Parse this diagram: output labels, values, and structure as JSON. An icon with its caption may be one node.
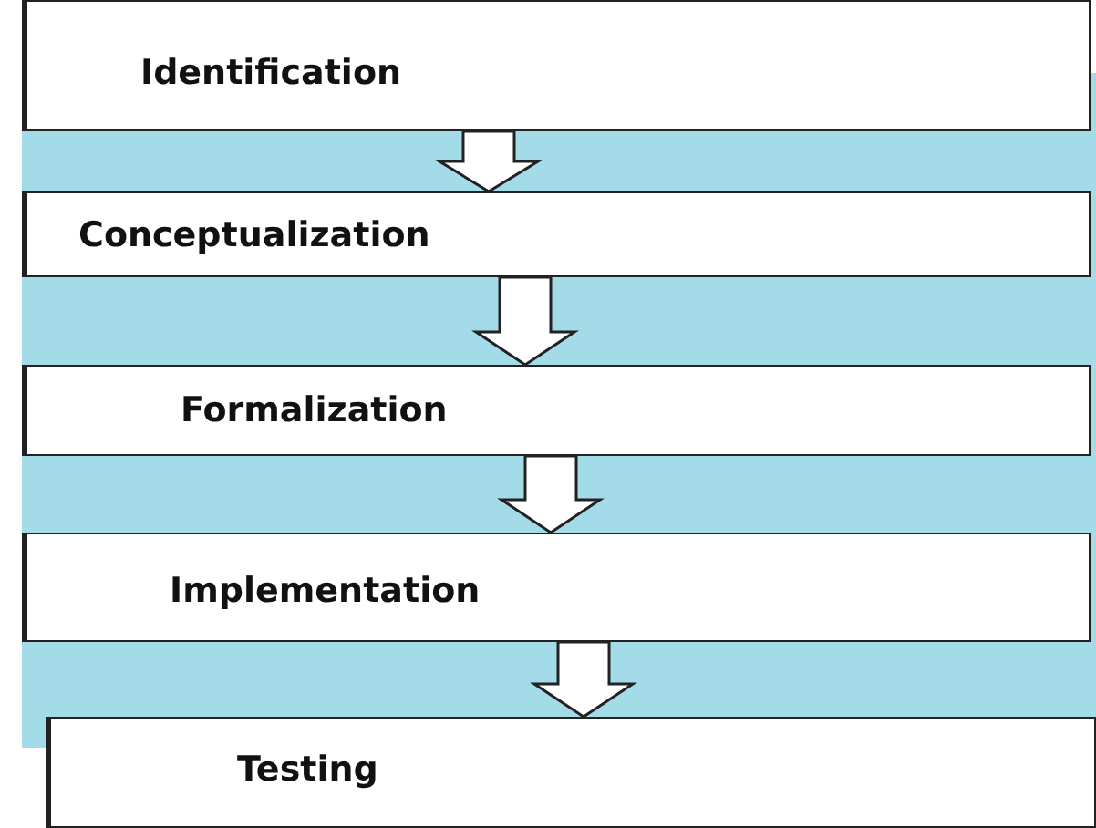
{
  "diagram": {
    "nodes": [
      {
        "text": [
          "Identification"
        ]
      },
      {
        "text": [
          "Conceptualization"
        ]
      },
      {
        "text": [
          "Formalization"
        ]
      },
      {
        "text": [
          "Implementation"
        ]
      },
      {
        "text": [
          "Testing"
        ]
      }
    ],
    "edges": [
      {
        "from": 0,
        "to": 1,
        "arrow": "to"
      },
      {
        "from": 1,
        "to": 2,
        "arrow": "to"
      },
      {
        "from": 2,
        "to": 3,
        "arrow": "to"
      },
      {
        "from": 3,
        "to": 4,
        "arrow": "to"
      }
    ]
  }
}
